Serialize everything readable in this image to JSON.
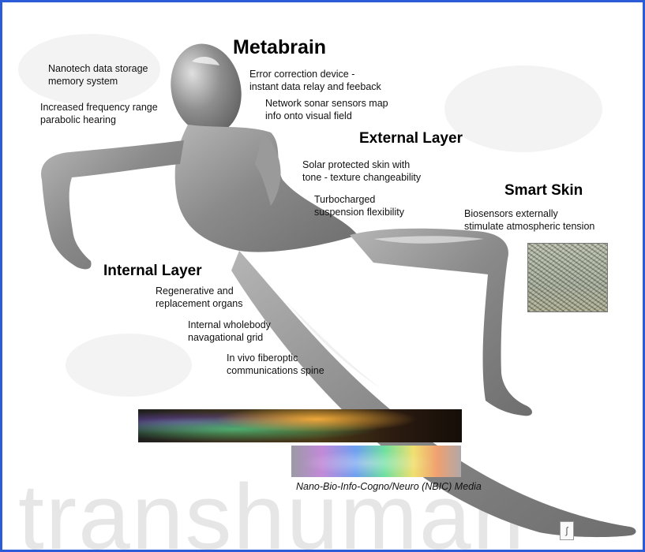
{
  "headings": {
    "metabrain": "Metabrain",
    "external_layer": "External Layer",
    "smart_skin": "Smart Skin",
    "internal_layer": "Internal Layer"
  },
  "labels": {
    "nanotech": "Nanotech data storage\nmemory system",
    "hearing": "Increased frequency range\nparabolic hearing",
    "error_correction": "Error correction device -\ninstant data relay and feeback",
    "sonar": "Network sonar sensors map\ninfo onto visual field",
    "solar_skin": "Solar protected skin with\ntone - texture changeability",
    "suspension": "Turbocharged\nsuspension flexibility",
    "biosensors": "Biosensors externally\nstimulate atmospheric tension",
    "organs": "Regenerative and\nreplacement organs",
    "grid": "Internal wholebody\nnavagational grid",
    "spine": "In vivo fiberoptic\ncommunications spine"
  },
  "caption": "Nano-Bio-Info-Cogno/Neuro (NBIC) Media",
  "watermark": "transhuman",
  "colors": {
    "border": "#2b5bd6",
    "figure": "#8c8c8c"
  }
}
